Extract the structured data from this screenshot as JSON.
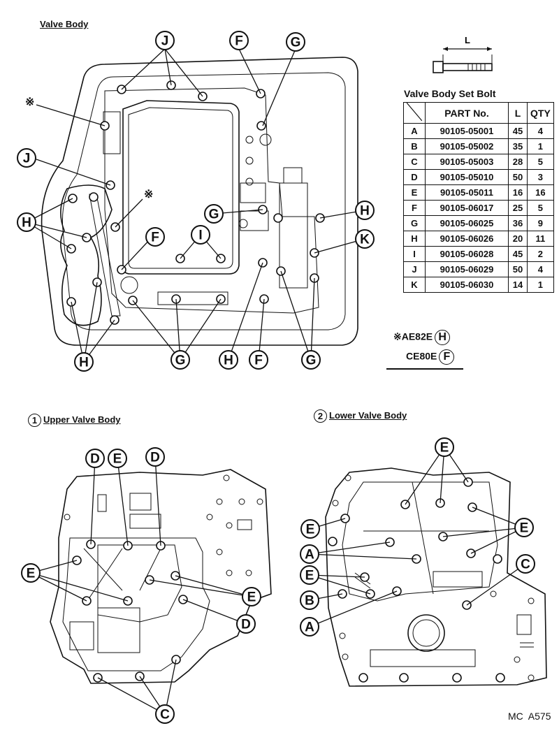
{
  "titles": {
    "valve_body": "Valve Body",
    "upper_num": "1",
    "upper": "Upper Valve Body",
    "lower_num": "2",
    "lower": "Lower Valve Body"
  },
  "bolt_figure": {
    "label": "L"
  },
  "table": {
    "title": "Valve Body Set Bolt",
    "headers": [
      "",
      "PART No.",
      "L",
      "QTY"
    ],
    "rows": [
      [
        "A",
        "90105-05001",
        "45",
        "4"
      ],
      [
        "B",
        "90105-05002",
        "35",
        "1"
      ],
      [
        "C",
        "90105-05003",
        "28",
        "5"
      ],
      [
        "D",
        "90105-05010",
        "50",
        "3"
      ],
      [
        "E",
        "90105-05011",
        "16",
        "16"
      ],
      [
        "F",
        "90105-06017",
        "25",
        "5"
      ],
      [
        "G",
        "90105-06025",
        "36",
        "9"
      ],
      [
        "H",
        "90105-06026",
        "20",
        "11"
      ],
      [
        "I",
        "90105-06028",
        "45",
        "2"
      ],
      [
        "J",
        "90105-06029",
        "50",
        "4"
      ],
      [
        "K",
        "90105-06030",
        "14",
        "1"
      ]
    ]
  },
  "legend": [
    {
      "text": "※AE82E",
      "code": "H"
    },
    {
      "text": "CE80E",
      "code": "F"
    }
  ],
  "asterisk": "※",
  "footer": "MC  A575",
  "callouts": {
    "main": [
      "J",
      "F",
      "G",
      "J",
      "H",
      "F",
      "I",
      "G",
      "H",
      "K",
      "H",
      "G",
      "H",
      "F",
      "G"
    ],
    "upper": [
      "D",
      "E",
      "D",
      "E",
      "E",
      "D",
      "C"
    ],
    "lower": [
      "E",
      "E",
      "E",
      "A",
      "E",
      "C",
      "B",
      "A"
    ]
  }
}
